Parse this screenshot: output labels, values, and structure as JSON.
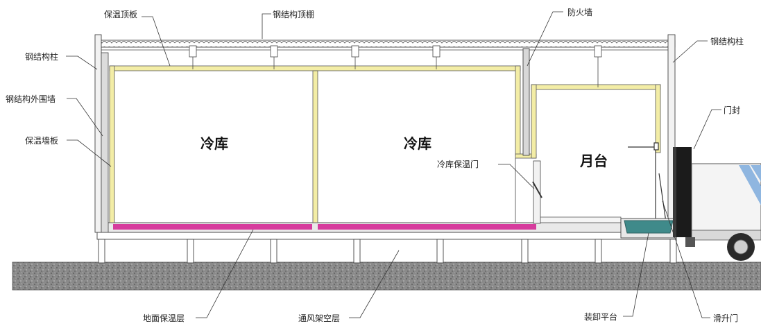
{
  "labels": {
    "roof_panel": "保温顶板",
    "steel_roof": "钢结构顶棚",
    "fire_wall": "防火墙",
    "steel_column_left": "钢结构柱",
    "steel_column_right": "钢结构柱",
    "steel_outer_wall": "钢结构外围墙",
    "wall_panel": "保温墙板",
    "door_seal": "门封",
    "cold_room_1": "冷库",
    "cold_room_2": "冷库",
    "platform": "月台",
    "cold_door": "冷库保温门",
    "floor_insulation": "地面保温层",
    "ventilation_layer": "通风架空层",
    "dock_leveler": "装卸平台",
    "sliding_door": "滑升门"
  },
  "colors": {
    "insulation_yellow": "#f3eda6",
    "floor_magenta": "#d63c9d",
    "ground_gray": "#8e8e8e",
    "leveler_teal": "#3f8a8a",
    "truck_stripe": "#8fb6e0"
  }
}
